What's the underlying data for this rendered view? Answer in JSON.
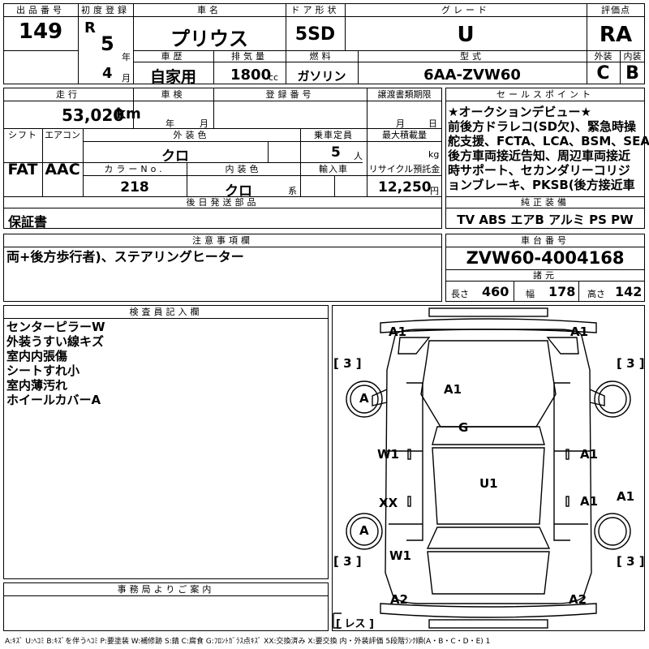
{
  "hdr": {
    "lot_no": "出品番号",
    "first_reg": "初度登録",
    "car_name": "車名",
    "door": "ドア形状",
    "grade": "グレード",
    "score": "評価点",
    "history": "車歴",
    "displacement": "排気量",
    "fuel": "燃料",
    "model_code": "型式",
    "exterior": "外装",
    "interior": "内装",
    "mileage": "走行",
    "inspection": "車検",
    "reg_no": "登録番号",
    "transfer_doc": "譲渡書類期限",
    "sales_points": "セールスポイント",
    "shift": "シフト",
    "aircon": "エアコン",
    "ext_color": "外装色",
    "capacity": "乗車定員",
    "max_load": "最大積載量",
    "color_no": "カラーNo.",
    "int_color": "内装色",
    "import": "輸入車",
    "recycle": "リサイクル預託金",
    "later_parts": "後日発送部品",
    "genuine": "純正装備",
    "notes": "注意事項欄",
    "chassis": "車台番号",
    "dims": "諸元",
    "inspector": "検査員記入欄",
    "office": "事務局よりご案内"
  },
  "val": {
    "lot_no": "149",
    "era": "R",
    "year": "5",
    "year_unit": "年",
    "month": "4",
    "month_unit": "月",
    "car_name": "プリウス",
    "door": "5SD",
    "grade": "U",
    "score": "RA",
    "history": "自家用",
    "displacement": "1800",
    "cc": "cc",
    "fuel": "ガソリン",
    "model_code": "6AA-ZVW60",
    "ext_score": "C",
    "int_score": "B",
    "mileage": "53,020",
    "km": "km",
    "insp_year": "年",
    "insp_month": "月",
    "doc_month": "月",
    "doc_day": "日",
    "shift": "FAT",
    "aircon": "AAC",
    "ext_color": "クロ",
    "capacity": "5",
    "capacity_unit": "人",
    "kg": "kg",
    "color_no": "218",
    "int_color": "クロ",
    "int_color_unit": "系",
    "recycle": "12,250",
    "yen": "円",
    "later_parts": "保証書",
    "genuine": "TV ABS エアB アルミ PS PW",
    "notes": "両+後方歩行者)、ステアリングヒーター",
    "chassis": "ZVW60-4004168",
    "len_label": "長さ",
    "len": "460",
    "wid_label": "幅",
    "wid": "178",
    "hgt_label": "高さ",
    "hgt": "142"
  },
  "sales_lines": [
    "★オークションデビュー★",
    "前後方ドラレコ(SD欠)、緊急時操",
    "舵支援、FCTA、LCA、BSM、SEA、",
    "後方車両接近告知、周辺車両接近",
    "時サポート、セカンダリーコリジ",
    "ョンブレーキ、PKSB(後方接近車"
  ],
  "inspector_lines": [
    "センターピラーW",
    "外装うすい線キズ",
    "室内内張傷",
    "シートすれ小",
    "室内薄汚れ",
    "ホイールカバーA"
  ],
  "damage": {
    "front_left": "A1",
    "front_right": "A1",
    "hood": "A1",
    "windshield": "G",
    "roof": "U1",
    "front_door_left": "W1",
    "front_door_right": "A1",
    "rear_door_left": "XX",
    "rear_door_right": "A1",
    "rear_fender_right": "A1",
    "wheel_fl": "A",
    "wheel_rl": "A",
    "rear_quarter_left": "W1",
    "rear_left": "A2",
    "rear_right": "A2",
    "tire_fl": "[ 3 ]",
    "tire_fr": "[ 3 ]",
    "tire_rl": "[ 3 ]",
    "tire_rr": "[ 3 ]",
    "spare": "[ レス ]"
  },
  "legend": "A:ｷｽﾞ U:ﾍｺﾐ B:ｷｽﾞを伴うﾍｺﾐ P:要塗装 W:補修跡 S:錆 C:腐食 G:ﾌﾛﾝﾄｶﾞﾗｽ点ｷｽﾞ XX:交換済み X:要交換 内・外装評価 5段階ﾗﾝｸ順(A・B・C・D・E) 1"
}
